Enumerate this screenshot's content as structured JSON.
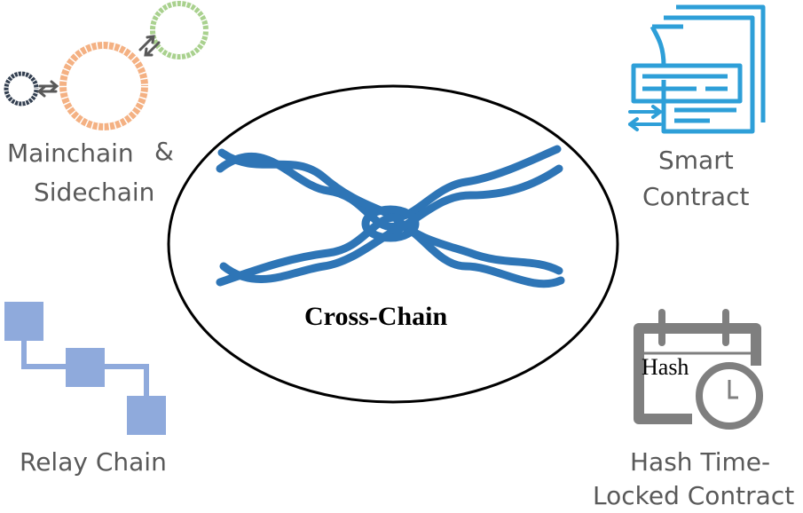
{
  "center": {
    "title": "Cross-Chain"
  },
  "mainchain_sidechain": {
    "line1": "Mainchain",
    "amp": "&",
    "line2": "Sidechain",
    "colors": {
      "main": "#f4b183",
      "side_small": "#a9d18e",
      "side_dark": "#333f50",
      "arrow": "#595959"
    }
  },
  "smart_contract": {
    "line1": "Smart",
    "line2": "Contract",
    "icon": "document-contract-icon",
    "color": "#2e9fd8"
  },
  "relay_chain": {
    "label": "Relay Chain",
    "icon": "relay-blocks-icon",
    "color": "#8faadc"
  },
  "htlc": {
    "icon_text": "Hash",
    "line1": "Hash Time-",
    "line2": "Locked Contract",
    "icon": "calendar-clock-icon",
    "color": "#7f7f7f"
  },
  "strand_color": "#2e75b6"
}
